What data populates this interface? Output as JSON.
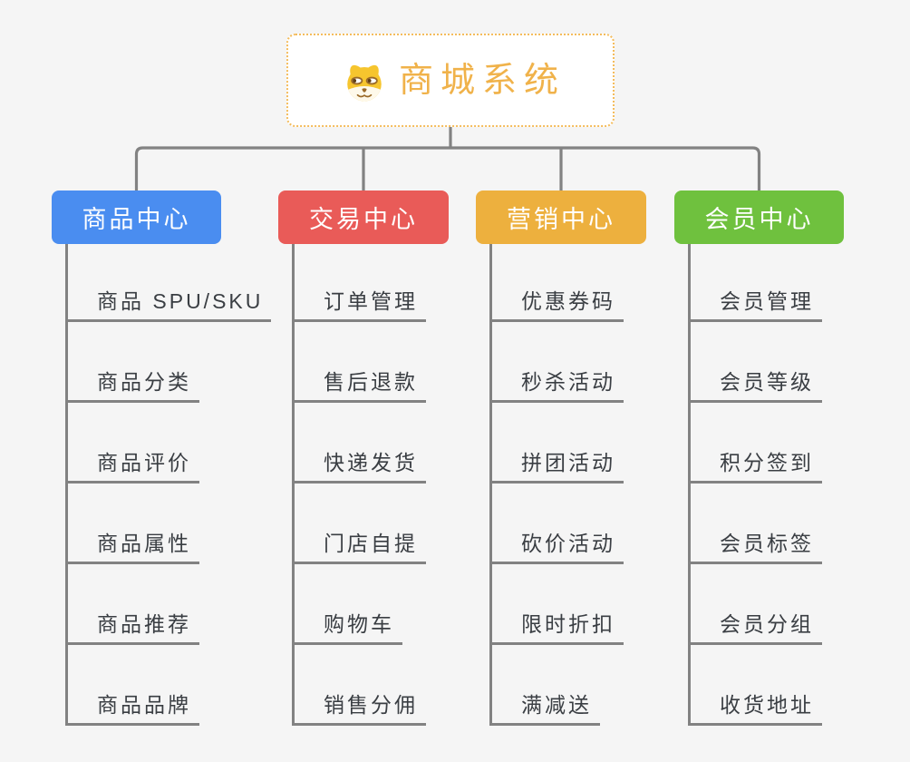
{
  "root": {
    "icon": "dog-face-icon",
    "title": "商城系统"
  },
  "branches": [
    {
      "title": "商品中心",
      "color": "#4A8DF0",
      "items": [
        "商品 SPU/SKU",
        "商品分类",
        "商品评价",
        "商品属性",
        "商品推荐",
        "商品品牌"
      ]
    },
    {
      "title": "交易中心",
      "color": "#E95B58",
      "items": [
        "订单管理",
        "售后退款",
        "快递发货",
        "门店自提",
        "购物车",
        "销售分佣"
      ]
    },
    {
      "title": "营销中心",
      "color": "#EDB03E",
      "items": [
        "优惠券码",
        "秒杀活动",
        "拼团活动",
        "砍价活动",
        "限时折扣",
        "满减送"
      ]
    },
    {
      "title": "会员中心",
      "color": "#6FC13E",
      "items": [
        "会员管理",
        "会员等级",
        "积分签到",
        "会员标签",
        "会员分组",
        "收货地址"
      ]
    }
  ],
  "palette": {
    "background": "#F5F5F5",
    "connector": "#828282",
    "leaf_text": "#3A3E43",
    "root_title": "#F0B24A",
    "root_border": "#F4BC5C"
  }
}
